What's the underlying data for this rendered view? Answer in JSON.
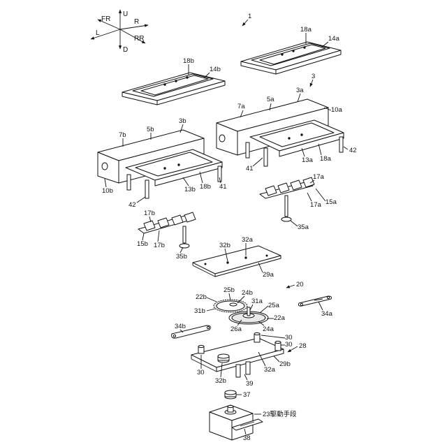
{
  "directions": {
    "up": "U",
    "down": "D",
    "front_right": "FR",
    "right": "R",
    "left": "L",
    "rear_right": "RR"
  },
  "labels": {
    "n1": "1",
    "n3": "3",
    "n20": "20",
    "n28": "28",
    "l18a_top": "18a",
    "l14a": "14a",
    "l18b_top": "18b",
    "l14b": "14b",
    "l7a": "7a",
    "l5a": "5a",
    "l3a": "3a",
    "l10a": "10a",
    "l7b": "7b",
    "l5b": "5b",
    "l3b": "3b",
    "l10b": "10b",
    "l13a": "13a",
    "l18a": "18a",
    "l42a": "42",
    "l41a": "41",
    "l13b": "13b",
    "l18b": "18b",
    "l41b": "41",
    "l42b": "42",
    "l17a_1": "17a",
    "l17a_2": "17a",
    "l15a": "15a",
    "l35a": "35a",
    "l17b_1": "17b",
    "l17b_2": "17b",
    "l15b": "15b",
    "l35b": "35b",
    "l32b_plate": "32b",
    "l32a_plate": "32a",
    "l29a": "29a",
    "l22b": "22b",
    "l25b": "25b",
    "l24b": "24b",
    "l31b": "31b",
    "l31a": "31a",
    "l25a": "25a",
    "l26a": "26a",
    "l22a": "22a",
    "l24a": "24a",
    "l34a": "34a",
    "l34b": "34b",
    "l30_1": "30",
    "l30_2": "30",
    "l30_3": "30",
    "l29b": "29b",
    "l32a_base": "32a",
    "l32b_base": "32b",
    "l39": "39",
    "l37": "37",
    "l23": "23駆動手段",
    "l38": "38"
  }
}
